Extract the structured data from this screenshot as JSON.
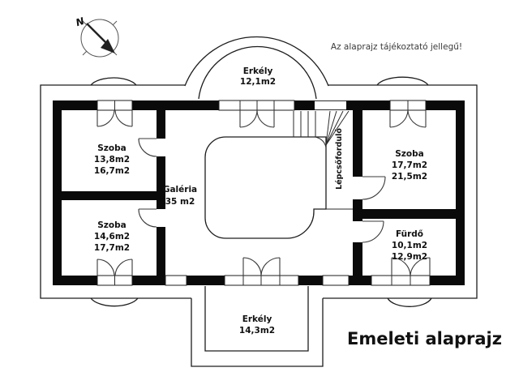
{
  "meta": {
    "disclaimer": "Az alaprajz tájékoztató jellegű!",
    "title": "Emeleti alaprajz",
    "compass_label": "N"
  },
  "rooms": {
    "balcony_top": {
      "name": "Erkély",
      "area": "12,1m2"
    },
    "room_top_left": {
      "name": "Szoba",
      "area_net": "13,8m2",
      "area_gross": "16,7m2"
    },
    "room_bottom_left": {
      "name": "Szoba",
      "area_net": "14,6m2",
      "area_gross": "17,7m2"
    },
    "gallery": {
      "name": "Galéria",
      "area": "35 m2"
    },
    "stair_landing": {
      "name": "Lépcsőforduló"
    },
    "room_right": {
      "name": "Szoba",
      "area_net": "17,7m2",
      "area_gross": "21,5m2"
    },
    "bathroom": {
      "name": "Fürdő",
      "area_net": "10,1m2",
      "area_gross": "12,9m2"
    },
    "balcony_bottom": {
      "name": "Erkély",
      "area": "14,3m2"
    }
  },
  "colors": {
    "background": "#ffffff",
    "wall": "#0a0a0a",
    "line": "#1d1d1d",
    "text": "#111111",
    "disclaimer_text": "#3a3a3a"
  }
}
